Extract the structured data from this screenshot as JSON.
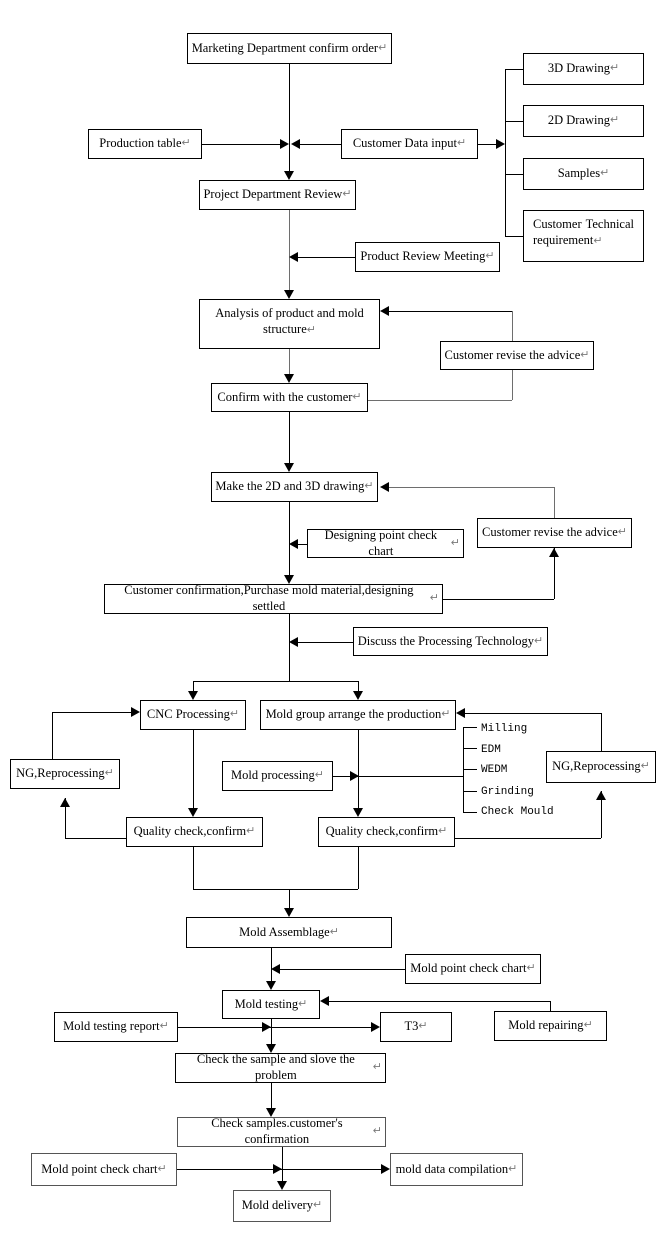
{
  "meta": {
    "title": "Mold Manufacturing Process Flowchart",
    "pilcrow": "↵",
    "line_color": "#000000",
    "grey_line_color": "#6e6e6e",
    "background": "#ffffff"
  },
  "nodes": {
    "marketing_confirm_order": "Marketing Department confirm order",
    "production_table": "Production table",
    "customer_data_input": "Customer Data input",
    "drawing_3d": "3D Drawing",
    "drawing_2d": "2D Drawing",
    "samples": "Samples",
    "customer_technical_line1": "Customer   Technical",
    "customer_technical_line2": "requirement",
    "project_department_review": "Project Department Review",
    "product_review_meeting": "Product Review Meeting",
    "analysis_line1": "Analysis of product and mold",
    "analysis_line2": "structure",
    "customer_revise_advice_1": "Customer revise the advice",
    "confirm_with_customer": "Confirm with the customer",
    "make_2d_3d_drawing": "Make the 2D and 3D drawing",
    "designing_point_check_chart": "Designing point check chart",
    "customer_revise_advice_2": "Customer revise the advice",
    "customer_confirmation_purchase": "Customer confirmation,Purchase mold material,designing settled",
    "discuss_processing_technology": "Discuss the Processing Technology",
    "cnc_processing": "CNC Processing",
    "mold_group_arrange": "Mold group arrange the production",
    "ng_reprocessing_left": "NG,Reprocessing",
    "ng_reprocessing_right": "NG,Reprocessing",
    "mold_processing": "Mold processing",
    "quality_check_left": "Quality check,confirm",
    "quality_check_right": "Quality check,confirm",
    "mold_assemblage": "Mold Assemblage",
    "mold_point_check_chart_1": "Mold point check chart",
    "mold_testing": "Mold testing",
    "mold_testing_report": "Mold testing report",
    "t3": "T3",
    "mold_repairing": "Mold repairing",
    "check_sample_solve": "Check the sample and slove the problem",
    "check_samples_confirmation": "Check samples.customer's confirmation",
    "mold_point_check_chart_2": "Mold point check chart",
    "mold_data_compilation": "mold data compilation",
    "mold_delivery": "Mold delivery"
  },
  "process_list": {
    "items": [
      "Milling",
      "EDM",
      "WEDM",
      "Grinding",
      "Check Mould"
    ]
  }
}
